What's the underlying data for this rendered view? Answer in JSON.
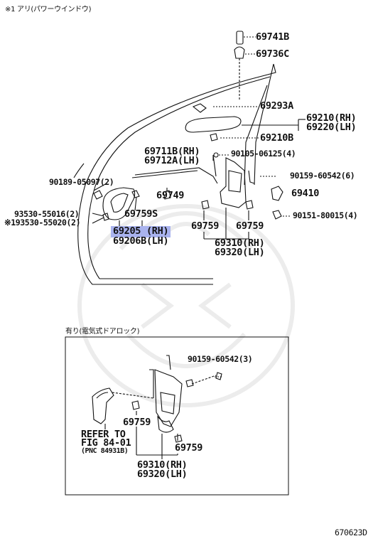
{
  "header_note": "※1 アリ(パワーウインドウ)",
  "inset_note": "有り(電気式ドアロック)",
  "figure_id": "670623D",
  "parts": {
    "p69741B": "69741B",
    "p69736C": "69736C",
    "p69293A": "69293A",
    "p69210_rh": "69210(RH)",
    "p69220_lh": "69220(LH)",
    "p69210B": "69210B",
    "p69711B_rh": "69711B(RH)",
    "p69712A_lh": "69712A(LH)",
    "p90105": "90105-06125(4)",
    "p90189": "90189-05097(2)",
    "p90159_top": "90159-60542(6)",
    "p69749": "69749",
    "p69410": "69410",
    "p93530a": "93530-55016(2)",
    "p93530b": "※193530-55020(2)",
    "p69759S": "69759S",
    "p90151": "90151-80015(4)",
    "p69205_rh": "69205 (RH)",
    "p69206B_lh": "69206B(LH)",
    "p69759_a": "69759",
    "p69759_b": "69759",
    "p69310_rh": "69310(RH)",
    "p69320_lh": "69320(LH)",
    "inset_90159": "90159-60542(3)",
    "inset_69759_a": "69759",
    "inset_69759_b": "69759",
    "inset_69310_rh": "69310(RH)",
    "inset_69320_lh": "69320(LH)"
  },
  "refer": {
    "line1": "REFER TO",
    "line2": "FIG 84-01",
    "line3": "(PNC 84931B)"
  },
  "colors": {
    "highlight": "#a9b3ee",
    "ink": "#111111",
    "watermark": "#ececec"
  }
}
